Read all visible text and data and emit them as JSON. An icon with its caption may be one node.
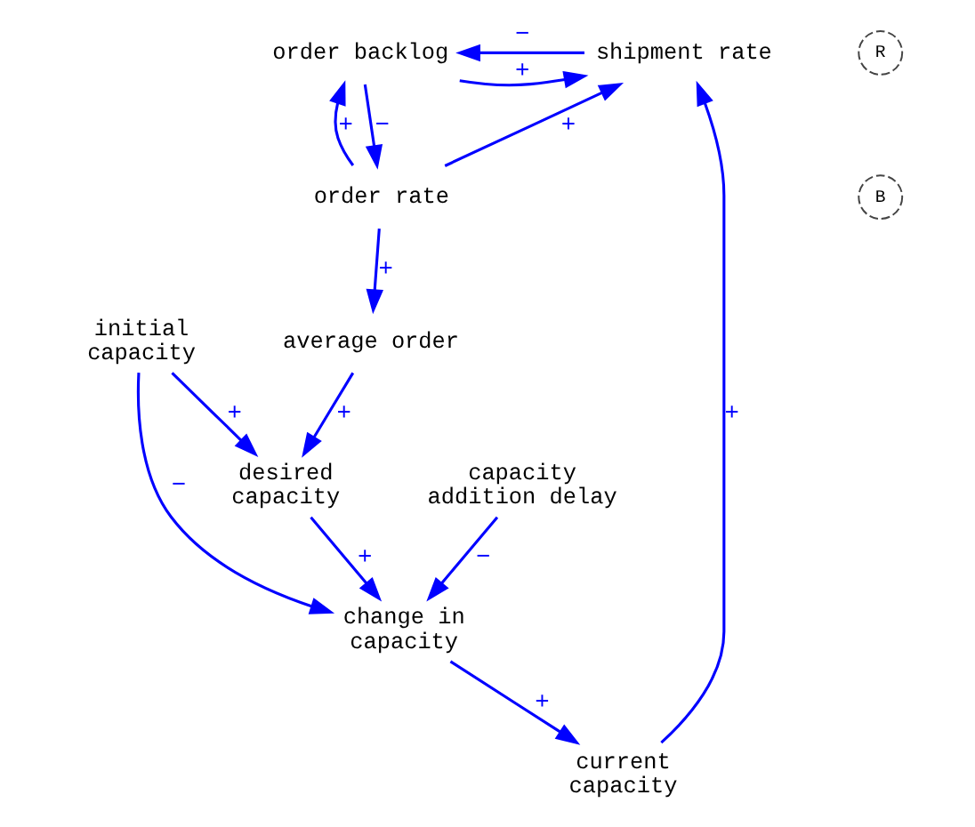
{
  "diagram": {
    "nodes": [
      {
        "text": [
          "order backlog"
        ]
      },
      {
        "text": [
          "shipment rate"
        ]
      },
      {
        "text": [
          "order rate"
        ]
      },
      {
        "text": [
          "current capacity"
        ]
      },
      {
        "text": [
          "initial capacity"
        ]
      },
      {
        "text": [
          "change in capacity"
        ]
      },
      {
        "text": [
          "average order"
        ]
      },
      {
        "text": [
          "desired capacity"
        ]
      },
      {
        "text": [
          "capacity addition delay"
        ]
      }
    ],
    "edges": [
      {
        "from": 1,
        "to": 0,
        "arrow": "to",
        "label": "−"
      },
      {
        "from": 0,
        "to": 1,
        "arrow": "to",
        "label": "+"
      },
      {
        "from": 0,
        "to": 2,
        "arrow": "to",
        "label": "−"
      },
      {
        "from": 2,
        "to": 0,
        "arrow": "to",
        "label": "+"
      },
      {
        "from": 2,
        "to": 1,
        "arrow": "to",
        "label": "+"
      },
      {
        "from": 3,
        "to": 1,
        "arrow": "to",
        "label": "+"
      },
      {
        "from": 5,
        "to": 3,
        "arrow": "to",
        "label": "+"
      },
      {
        "from": 4,
        "to": 5,
        "arrow": "to",
        "label": "−"
      },
      {
        "from": 4,
        "to": 7,
        "arrow": "to",
        "label": "+"
      },
      {
        "from": 2,
        "to": 6,
        "arrow": "to",
        "label": "+"
      },
      {
        "from": 6,
        "to": 7,
        "arrow": "to",
        "label": "+"
      },
      {
        "from": 7,
        "to": 5,
        "arrow": "to",
        "label": "+"
      },
      {
        "from": 8,
        "to": 5,
        "arrow": "to",
        "label": "−"
      }
    ],
    "labels": [
      "R",
      "B"
    ]
  }
}
